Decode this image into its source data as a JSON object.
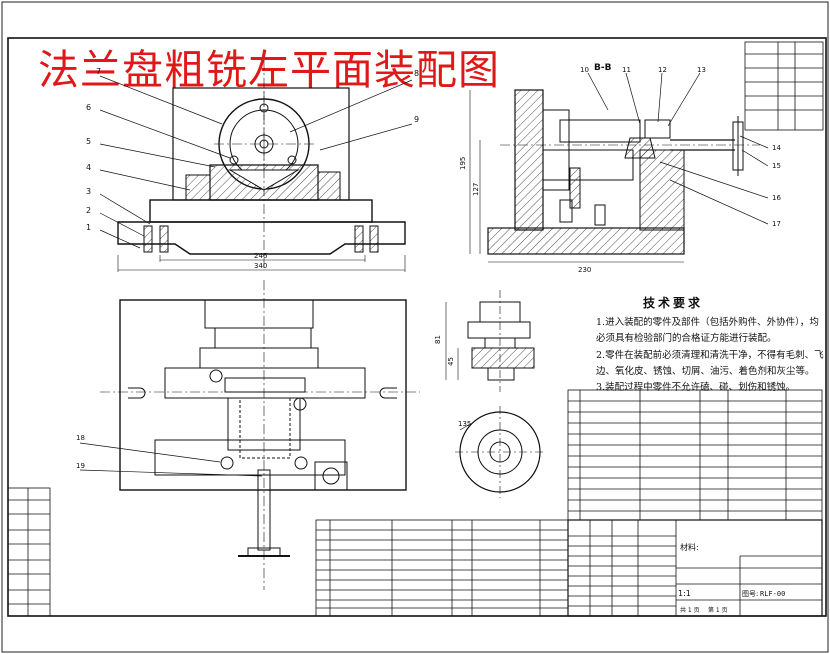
{
  "drawing_title": "法兰盘粗铣左平面装配图",
  "section_label": "B-B",
  "leader_numbers_front": [
    "7",
    "6",
    "5",
    "4",
    "3",
    "2",
    "1",
    "8",
    "9"
  ],
  "leader_numbers_side": [
    "10",
    "11",
    "12",
    "13",
    "14",
    "15",
    "16",
    "17"
  ],
  "leader_numbers_top": [
    "18",
    "19"
  ],
  "dimensions": {
    "d246": "246",
    "d340": "340",
    "d230": "230",
    "d195": "195",
    "d127": "127",
    "d81": "81",
    "d45": "45",
    "d135": "135"
  },
  "tech_requirements": {
    "title": "技术要求",
    "lines": [
      "1.进入装配的零件及部件（包括外购件、外协件），均",
      "必须具有检验部门的合格证方能进行装配。",
      "2.零件在装配前必须清理和清洗干净，不得有毛刺、飞",
      "边、氧化皮、锈蚀、切屑、油污、着色剂和灰尘等。",
      "3.装配过程中零件不允许磕、碰、划伤和锈蚀。"
    ]
  },
  "title_block": {
    "drawing_no_label": "图号:",
    "drawing_no": "RLF-00",
    "scale": "1:1",
    "sheet": "共 1 页",
    "sheet_of": "第 1 页",
    "material_label": "材料:"
  }
}
